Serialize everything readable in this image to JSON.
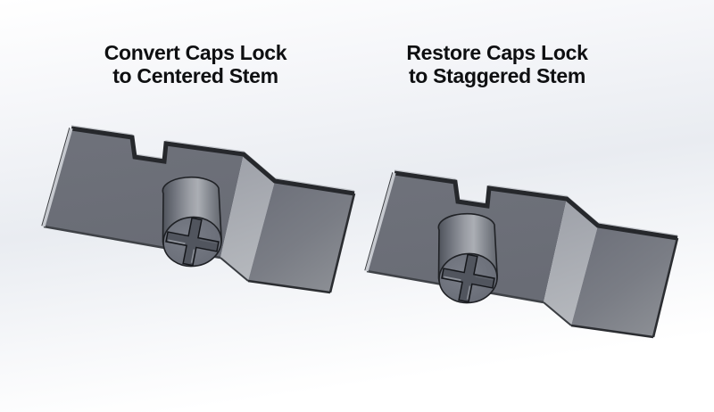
{
  "page": {
    "description": "Two gray 3D CAD renders of a keycap adapter part on a soft white-to-gray gradient background"
  },
  "figures": [
    {
      "id": "centered",
      "title_line1": "Convert Caps Lock",
      "title_line2": "to Centered Stem",
      "stem_position": "centered"
    },
    {
      "id": "staggered",
      "title_line1": "Restore Caps Lock",
      "title_line2": "to Staggered Stem",
      "stem_position": "staggered"
    }
  ],
  "palette": {
    "background_top": "#ffffff",
    "background_band": "#e9ecf1",
    "background_bottom": "#ffffff",
    "part_face_dark": "#6b6e77",
    "part_face_light_bend": "#a6a9b0",
    "part_edge_dark": "#26282c",
    "part_edge_light": "#c6c9cf",
    "stem_face": "#6f737c",
    "stem_highlight": "#abaeb4",
    "cross_slot": "#51555e",
    "text": "#0e0f11"
  }
}
